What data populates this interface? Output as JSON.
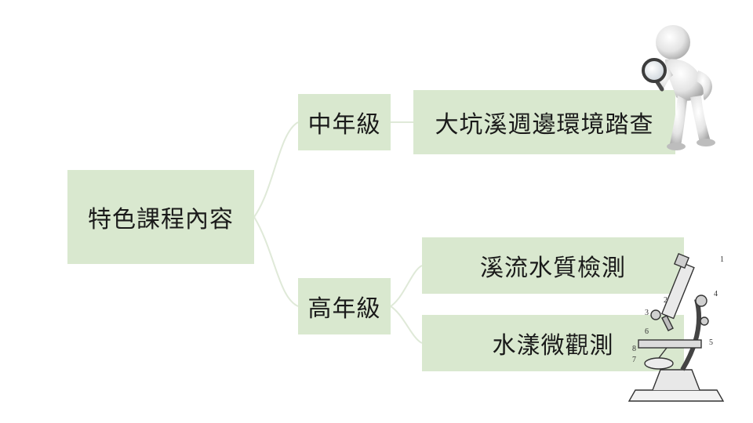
{
  "diagram": {
    "root": "特色課程內容",
    "branches": [
      {
        "label": "中年級",
        "children": [
          "大坑溪週邊環境踏查"
        ]
      },
      {
        "label": "高年級",
        "children": [
          "溪流水質檢測",
          "水漾微觀測"
        ]
      }
    ]
  },
  "colors": {
    "node_fill": "#d9e8cf",
    "connector": "#dfe9d8",
    "text": "#1a1a1a"
  },
  "icons": {
    "top_right": "figure-with-magnifier-icon",
    "bottom_right": "microscope-icon"
  },
  "microscope_labels": [
    "1",
    "2",
    "3",
    "4",
    "5",
    "6",
    "7",
    "8"
  ]
}
